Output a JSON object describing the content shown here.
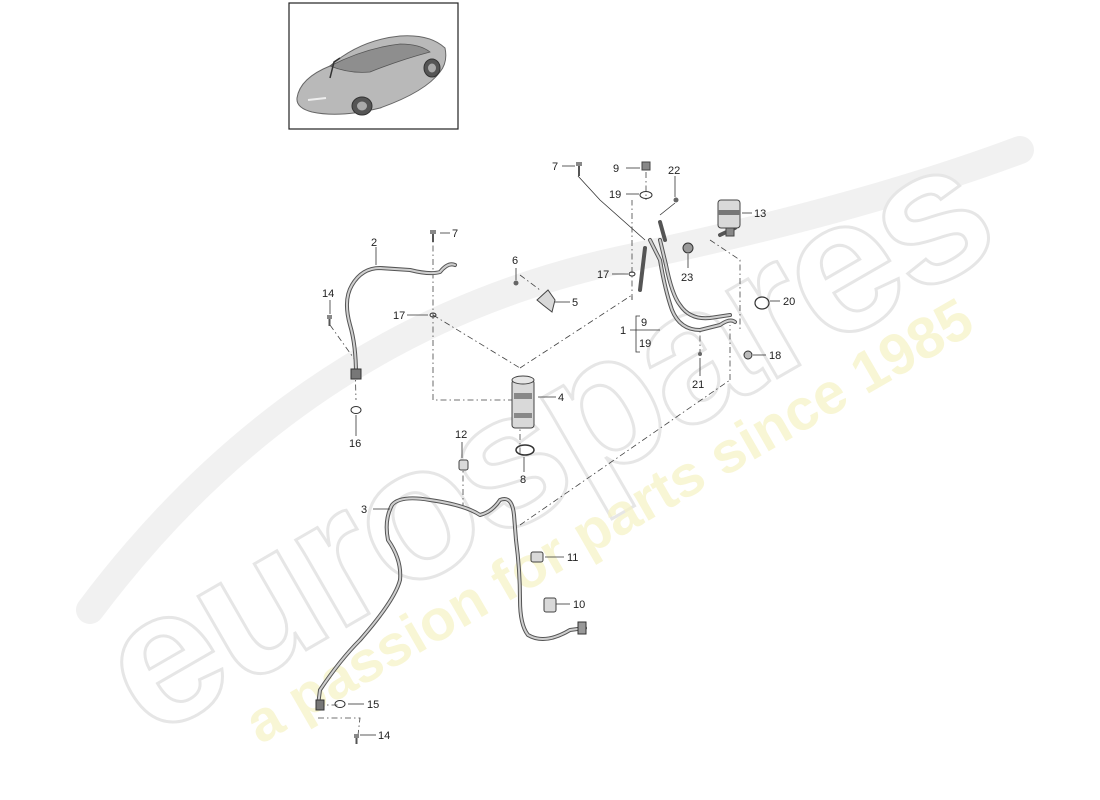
{
  "watermark": {
    "brand": "eurospares",
    "tagline": "a passion for parts since 1985"
  },
  "thumbnail": {
    "label": "car-thumbnail"
  },
  "callouts": [
    {
      "id": "c1",
      "text": "1"
    },
    {
      "id": "c1a",
      "text": "9"
    },
    {
      "id": "c1b",
      "text": "19"
    },
    {
      "id": "c2",
      "text": "2"
    },
    {
      "id": "c3",
      "text": "3"
    },
    {
      "id": "c4",
      "text": "4"
    },
    {
      "id": "c5",
      "text": "5"
    },
    {
      "id": "c6",
      "text": "6"
    },
    {
      "id": "c7a",
      "text": "7"
    },
    {
      "id": "c7b",
      "text": "7"
    },
    {
      "id": "c8",
      "text": "8"
    },
    {
      "id": "c9",
      "text": "9"
    },
    {
      "id": "c10",
      "text": "10"
    },
    {
      "id": "c11",
      "text": "11"
    },
    {
      "id": "c12",
      "text": "12"
    },
    {
      "id": "c13",
      "text": "13"
    },
    {
      "id": "c14a",
      "text": "14"
    },
    {
      "id": "c14b",
      "text": "14"
    },
    {
      "id": "c15",
      "text": "15"
    },
    {
      "id": "c16",
      "text": "16"
    },
    {
      "id": "c17a",
      "text": "17"
    },
    {
      "id": "c17b",
      "text": "17"
    },
    {
      "id": "c18",
      "text": "18"
    },
    {
      "id": "c19",
      "text": "19"
    },
    {
      "id": "c20",
      "text": "20"
    },
    {
      "id": "c21",
      "text": "21"
    },
    {
      "id": "c22",
      "text": "22"
    },
    {
      "id": "c23",
      "text": "23"
    }
  ]
}
